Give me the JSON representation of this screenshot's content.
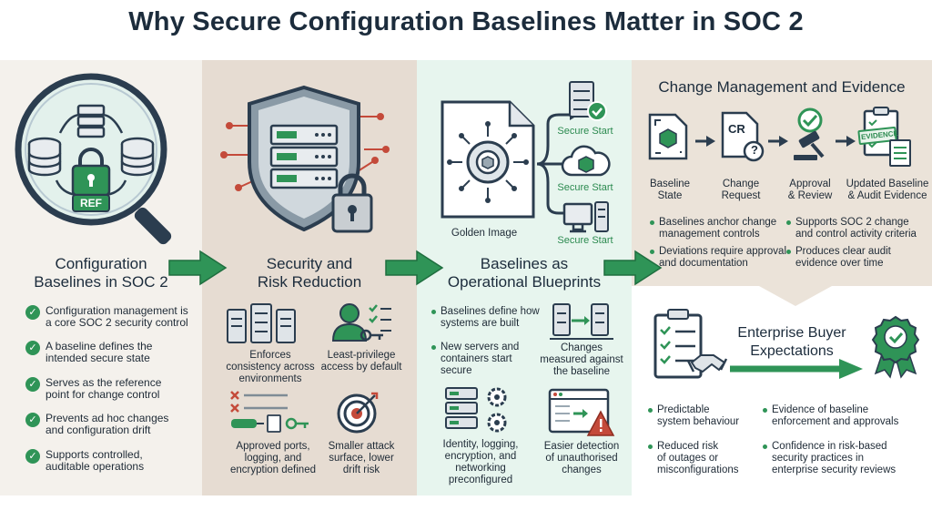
{
  "title": "Why Secure Configuration Baselines Matter in SOC 2",
  "colors": {
    "green": "#2f9457",
    "dark": "#1c2c3c",
    "panel1": "#f4f1ec",
    "panel2": "#e6dcd2",
    "panel3": "#e7f5ee",
    "panel4": "#ebe3d9"
  },
  "panel1": {
    "heading_line1": "Configuration",
    "heading_line2": "Baselines in SOC 2",
    "icon_badge": "REF",
    "bullets": [
      {
        "l1": "Configuration management is",
        "l2": "a core SOC 2 security control"
      },
      {
        "l1": "A baseline defines the",
        "l2": "intended secure state"
      },
      {
        "l1": "Serves as the reference",
        "l2": "point for change control"
      },
      {
        "l1": "Prevents ad hoc changes",
        "l2": "and configuration drift"
      },
      {
        "l1": "Supports controlled,",
        "l2": "auditable operations"
      }
    ]
  },
  "panel2": {
    "heading_line1": "Security and",
    "heading_line2": "Risk Reduction",
    "items": [
      {
        "l1": "Enforces",
        "l2": "consistency across",
        "l3": "environments"
      },
      {
        "l1": "Least-privilege",
        "l2": "access by default"
      },
      {
        "l1": "Approved ports,",
        "l2": "logging, and",
        "l3": "encryption defined"
      },
      {
        "l1": "Smaller attack",
        "l2": "surface, lower",
        "l3": "drift risk"
      }
    ]
  },
  "panel3": {
    "heading_line1": "Baselines as",
    "heading_line2": "Operational Blueprints",
    "golden_image": "Golden Image",
    "secure_start": [
      "Secure Start",
      "Secure Start",
      "Secure Start"
    ],
    "bullets": [
      {
        "l1": "Baselines define how",
        "l2": "systems are built"
      },
      {
        "l1": "New servers and",
        "l2": "containers start",
        "l3": "secure"
      }
    ],
    "changes": {
      "l1": "Changes",
      "l2": "measured against",
      "l3": "the baseline"
    },
    "identity": {
      "l1": "Identity, logging,",
      "l2": "encryption, and",
      "l3": "networking",
      "l4": "preconfigured"
    },
    "detection": {
      "l1": "Easier detection",
      "l2": "of unauthorised",
      "l3": "changes"
    }
  },
  "panel4": {
    "heading": "Change Management and Evidence",
    "cr_label": "CR",
    "evidence_label": "EVIDENCE",
    "flow": [
      {
        "l1": "Baseline",
        "l2": "State"
      },
      {
        "l1": "Change",
        "l2": "Request"
      },
      {
        "l1": "Approval",
        "l2": "& Review"
      },
      {
        "l1": "Updated Baseline",
        "l2": "& Audit Evidence"
      }
    ],
    "bullets_left": [
      {
        "l1": "Baselines anchor change",
        "l2": "management controls"
      },
      {
        "l1": "Deviations require approval",
        "l2": "and documentation"
      }
    ],
    "bullets_right": [
      {
        "l1": "Supports SOC 2 change",
        "l2": "and control activity criteria"
      },
      {
        "l1": "Produces clear audit",
        "l2": "evidence over time"
      }
    ],
    "buyer_heading_line1": "Enterprise Buyer",
    "buyer_heading_line2": "Expectations",
    "buyer_left": [
      {
        "l1": "Predictable",
        "l2": "system behaviour"
      },
      {
        "l1": "Reduced risk",
        "l2": "of outages or",
        "l3": "misconfigurations"
      }
    ],
    "buyer_right": [
      {
        "l1": "Evidence of baseline",
        "l2": "enforcement and approvals"
      },
      {
        "l1": "Confidence in risk-based",
        "l2": "security practices in",
        "l3": "enterprise security reviews"
      }
    ]
  }
}
